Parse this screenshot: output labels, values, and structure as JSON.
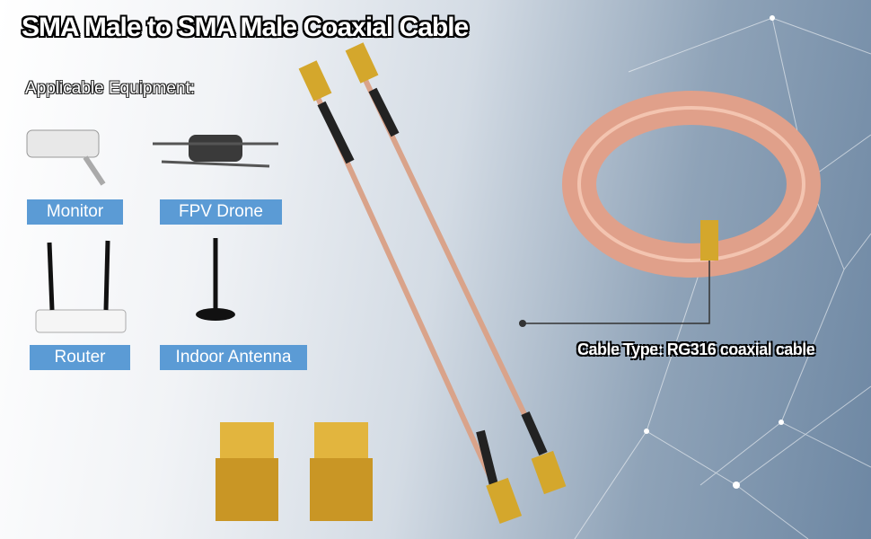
{
  "title": "SMA Male to SMA Male Coaxial Cable",
  "subtitle": "Applicable Equipment:",
  "equipment": [
    {
      "label": "Monitor",
      "icon": "security-camera-icon"
    },
    {
      "label": "FPV Drone",
      "icon": "drone-icon"
    },
    {
      "label": "Router",
      "icon": "router-icon"
    },
    {
      "label": "Indoor Antenna",
      "icon": "antenna-icon"
    }
  ],
  "cable_type": "Cable Type: RG316 coaxial cable",
  "colors": {
    "label_bg": "#5b9bd5",
    "cable": "#d9a38a",
    "gold": "#d4a72c"
  }
}
